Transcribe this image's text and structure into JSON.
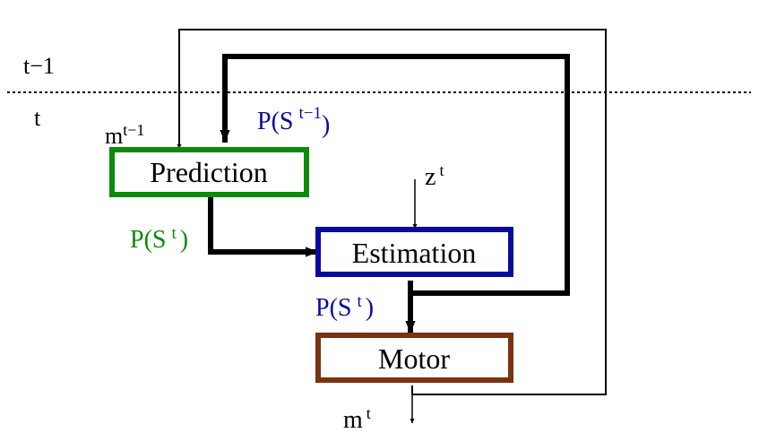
{
  "time_labels": {
    "previous": "t−1",
    "current": "t"
  },
  "boxes": {
    "prediction": {
      "label": "Prediction",
      "color": "#0a8c0a"
    },
    "estimation": {
      "label": "Estimation",
      "color": "#0a0aa0"
    },
    "motor": {
      "label": "Motor",
      "color": "#7a3210"
    }
  },
  "signals": {
    "m_prev": {
      "base": "m",
      "sup": "t−1",
      "color": "#000000"
    },
    "p_s_prev": {
      "base": "P(S",
      "sup": "t−1",
      "close": ")",
      "color": "#0a0aa0"
    },
    "z": {
      "base": "z",
      "sup": "t",
      "color": "#000000"
    },
    "p_s_pred": {
      "base": "P(S",
      "sup": "t",
      "close": ")",
      "color": "#0a8c0a"
    },
    "p_s_est": {
      "base": "P(S",
      "sup": "t",
      "close": ")",
      "color": "#0a0aa0"
    },
    "m_out": {
      "base": "m",
      "sup": "t",
      "color": "#000000"
    }
  }
}
